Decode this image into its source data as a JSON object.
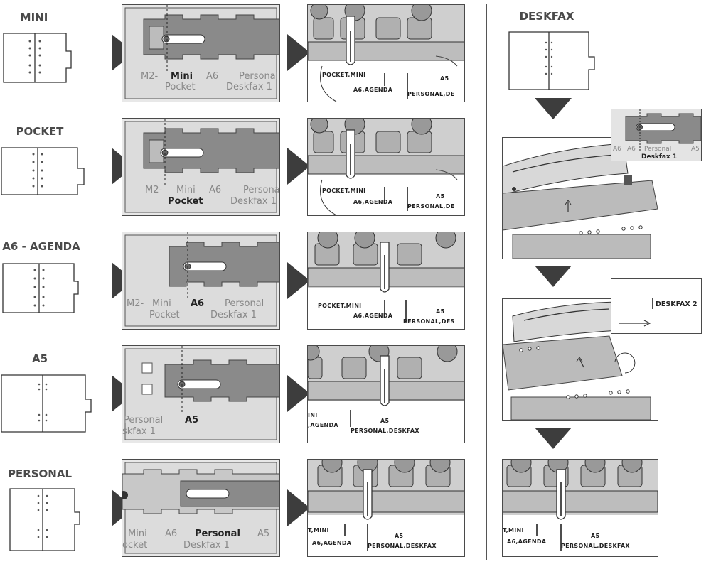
{
  "rows": [
    {
      "id": "mini",
      "title": "MINI",
      "guide": {
        "line1": [
          "M2-",
          "Mini",
          "A6",
          "Personal"
        ],
        "line2": [
          "Pocket",
          "Deskfax 1"
        ],
        "active": "Mini"
      }
    },
    {
      "id": "pocket",
      "title": "POCKET",
      "guide": {
        "line1": [
          "M2-",
          "Mini",
          "A6",
          "Persona"
        ],
        "line2": [
          "Pocket",
          "Deskfax 1"
        ],
        "active": "Pocket"
      }
    },
    {
      "id": "a6",
      "title": "A6 - AGENDA",
      "guide": {
        "line1": [
          "M2-",
          "Mini",
          "A6",
          "Personal"
        ],
        "line2": [
          "Pocket",
          "Deskfax 1"
        ],
        "active": "A6"
      }
    },
    {
      "id": "a5",
      "title": "A5",
      "guide": {
        "line1": [
          "Personal",
          "A5"
        ],
        "line2": [
          "skfax 1"
        ],
        "active": "A5"
      }
    },
    {
      "id": "personal",
      "title": "PERSONAL",
      "guide": {
        "line1": [
          "Mini",
          "A6",
          "Personal",
          "A5"
        ],
        "line2": [
          "ocket",
          "Deskfax 1"
        ],
        "active": "Personal"
      }
    }
  ],
  "rulers": [
    [
      "POCKET,MINI",
      "A6,AGENDA",
      "PERSONAL,DE",
      "A5"
    ],
    [
      "POCKET,MINI",
      "A6,AGENDA",
      "PERSONAL,DE",
      "A5"
    ],
    [
      "POCKET,MINI",
      "A6,AGENDA",
      "PERSONAL,DES",
      "A5"
    ],
    [
      "INI",
      ",AGENDA",
      "PERSONAL,DESKFAX",
      "A5"
    ],
    [
      "T,MINI",
      "A6,AGENDA",
      "PERSONAL,DESKFAX",
      "A5"
    ]
  ],
  "deskfax": {
    "title": "DESKFAX",
    "inset1": {
      "line1": [
        "A6",
        "A6",
        "Personal",
        "A5"
      ],
      "line2": [
        "Deskfax 1"
      ]
    },
    "inset2": {
      "label": "DESKFAX 2"
    },
    "ruler": [
      "T,MINI",
      "A6,AGENDA",
      "PERSONAL,DESKFAX",
      "A5"
    ]
  }
}
